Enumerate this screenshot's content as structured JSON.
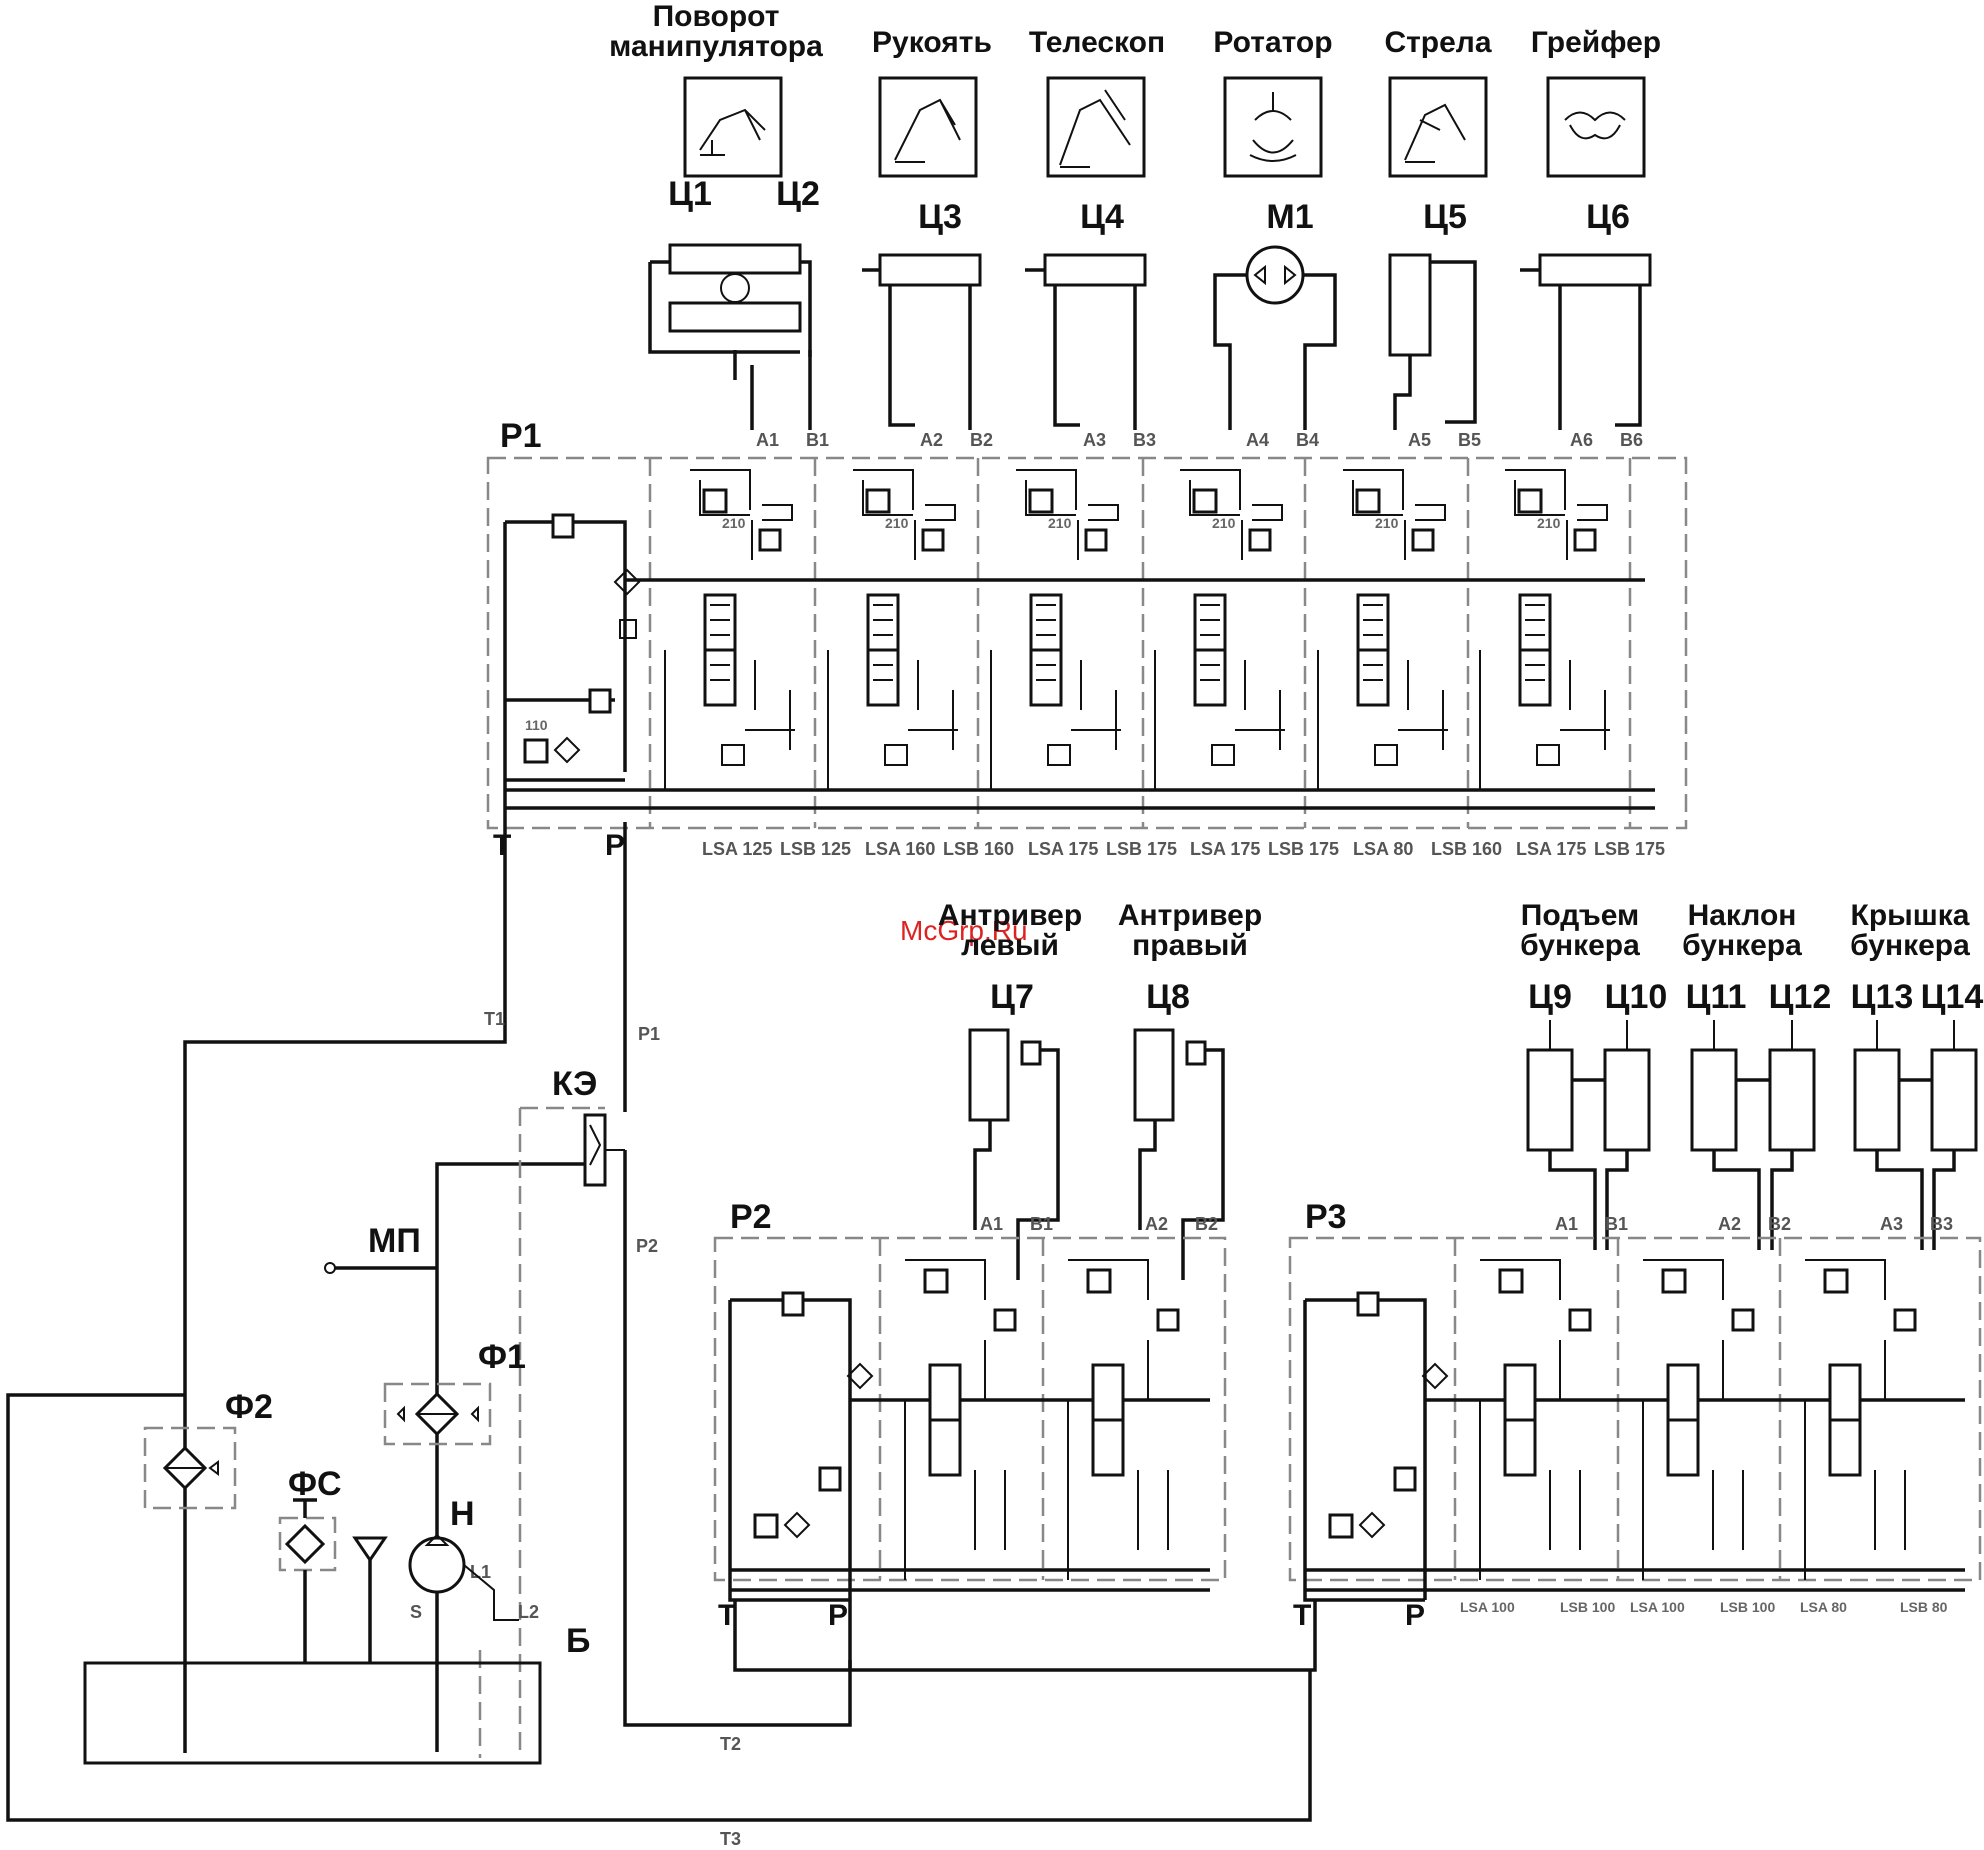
{
  "watermark": "McGrp.Ru",
  "actuators": [
    {
      "title1": "Поворот",
      "title2": "манипулятора"
    },
    {
      "title1": "Рукоять",
      "title2": ""
    },
    {
      "title1": "Телескоп",
      "title2": ""
    },
    {
      "title1": "Ротатор",
      "title2": ""
    },
    {
      "title1": "Стрела",
      "title2": ""
    },
    {
      "title1": "Грейфер",
      "title2": ""
    }
  ],
  "cylinders_top": [
    "Ц1",
    "Ц2",
    "Ц3",
    "Ц4",
    "М1",
    "Ц5",
    "Ц6"
  ],
  "p1": {
    "name": "Р1",
    "ports_a": [
      "А1",
      "А2",
      "А3",
      "А4",
      "А5",
      "А6"
    ],
    "ports_b": [
      "В1",
      "В2",
      "В3",
      "В4",
      "В5",
      "В6"
    ],
    "ls_a": [
      "LSA 125",
      "LSA 160",
      "LSA 175",
      "LSA 175",
      "LSA 80",
      "LSA 175"
    ],
    "ls_b": [
      "LSB 125",
      "LSB 160",
      "LSB 175",
      "LSB 175",
      "LSB 160",
      "LSB 175"
    ],
    "valve_values": [
      "210",
      "210",
      "210",
      "210",
      "210",
      "210"
    ],
    "t": "Т",
    "p": "Р",
    "t_small": "110"
  },
  "augers": {
    "left1": "Антривер",
    "left2": "левый",
    "right1": "Антривер",
    "right2": "правый",
    "c7": "Ц7",
    "c8": "Ц8"
  },
  "p2": {
    "name": "Р2",
    "ports_a": [
      "А1",
      "А2"
    ],
    "ports_b": [
      "В1",
      "В2"
    ],
    "t": "Т",
    "p": "Р"
  },
  "p3": {
    "name": "Р3",
    "ports_a": [
      "А1",
      "А2",
      "А3"
    ],
    "ports_b": [
      "В1",
      "В2",
      "В3"
    ],
    "t": "Т",
    "p": "Р",
    "ls": [
      "LSA 100",
      "LSB 100",
      "LSA 100",
      "LSB 100",
      "LSA 80",
      "LSB 80"
    ]
  },
  "bunker": [
    {
      "title1": "Подъем",
      "title2": "бункера",
      "c1": "Ц9",
      "c2": "Ц10"
    },
    {
      "title1": "Наклон",
      "title2": "бункера",
      "c1": "Ц11",
      "c2": "Ц12"
    },
    {
      "title1": "Крышка",
      "title2": "бункера",
      "c1": "Ц13",
      "c2": "Ц14"
    }
  ],
  "lines": {
    "t1": "Т1",
    "p1": "Р1",
    "p2": "Р2",
    "t2": "Т2",
    "t3": "Т3",
    "l1": "L1",
    "l2": "L2",
    "s": "S"
  },
  "components": {
    "ke": "КЭ",
    "mp": "МП",
    "f1": "Ф1",
    "f2": "Ф2",
    "fs": "ФС",
    "pump": "Н",
    "tank": "Б"
  }
}
